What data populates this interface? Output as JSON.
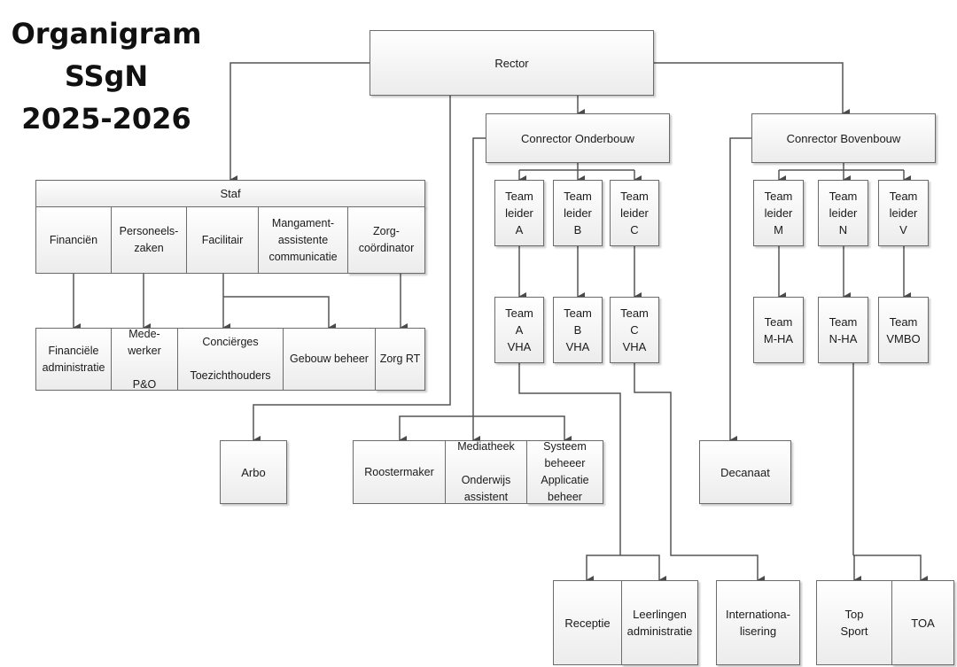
{
  "title": {
    "line1": "Organigram",
    "line2": "SSgN",
    "line3": "2025-2026"
  },
  "nodes": {
    "rector": "Rector",
    "conrector_onderbouw": "Conrector Onderbouw",
    "conrector_bovenbouw": "Conrector Bovenbouw",
    "staf": "Staf",
    "staf_units": [
      "Financiën",
      "Personeels-\nzaken",
      "Facilitair",
      "Mangament-\nassistente\ncommunicatie",
      "Zorg-\ncoördinator"
    ],
    "staf_subunits": [
      "Financiële\nadministratie",
      "Mede-\nwerker\n\nP&O",
      "Conciërges\n\nToezichthouders",
      "Gebouw beheer",
      "Zorg RT"
    ],
    "teamleiders_onderbouw": [
      "Team\nleider\nA",
      "Team\nleider\nB",
      "Team\nleider\nC"
    ],
    "teams_onderbouw": [
      "Team\nA\nVHA",
      "Team\nB\nVHA",
      "Team\nC\nVHA"
    ],
    "teamleiders_bovenbouw": [
      "Team\nleider\nM",
      "Team\nleider\nN",
      "Team\nleider\nV"
    ],
    "teams_bovenbouw": [
      "Team\nM-HA",
      "Team\nN-HA",
      "Team\nVMBO"
    ],
    "arbo": "Arbo",
    "support_units": [
      "Roostermaker",
      "Mediatheek\n\nOnderwijs\nassistent",
      "Systeem\nbeheeer\nApplicatie\nbeheer"
    ],
    "decanaat": "Decanaat",
    "bottom_a": [
      "Receptie",
      "Leerlingen\nadministratie"
    ],
    "internationalisering": "Internationa-\nlisering",
    "bottom_n": [
      "Top\nSport",
      "TOA"
    ]
  },
  "colors": {
    "line": "#555555",
    "box_border": "#6b6b6b",
    "box_fill_top": "#ffffff",
    "box_fill_bottom": "#ececec"
  }
}
